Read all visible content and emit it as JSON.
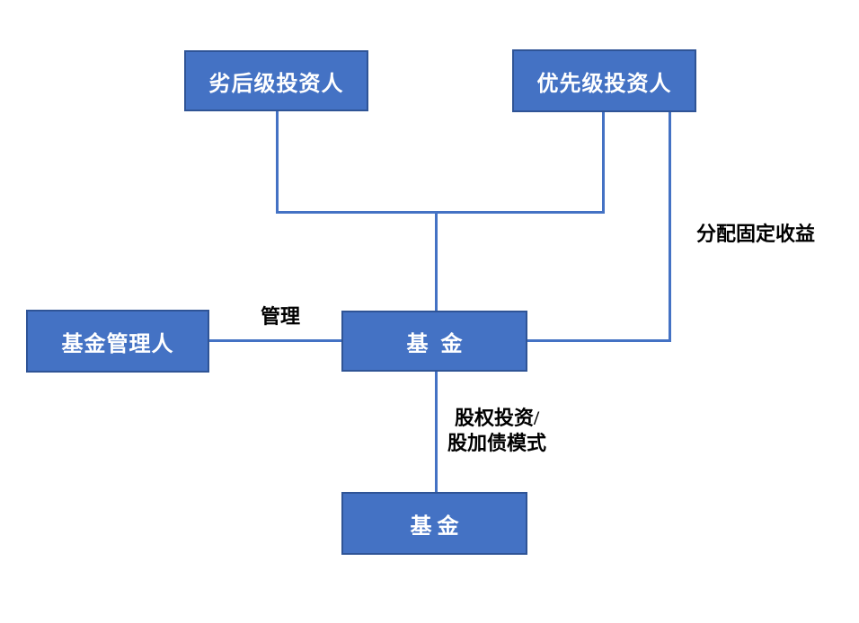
{
  "diagram": {
    "colors": {
      "node_fill": "#4472c4",
      "node_border": "#2f5496",
      "connector": "#4472c4",
      "node_text": "#ffffff",
      "label_text": "#000000",
      "background": "#ffffff"
    },
    "nodes": {
      "subordinated_investor": {
        "label": "劣后级投资人"
      },
      "senior_investor": {
        "label": "优先级投资人"
      },
      "fund_manager": {
        "label": "基金管理人"
      },
      "fund": {
        "label": "基金"
      },
      "fund_lower": {
        "label": "基金"
      }
    },
    "edge_labels": {
      "manage": "管理",
      "distribute_fixed_income": "分配固定收益",
      "equity_investment_line1": "股权投资/",
      "equity_investment_line2": "股加债模式"
    }
  }
}
